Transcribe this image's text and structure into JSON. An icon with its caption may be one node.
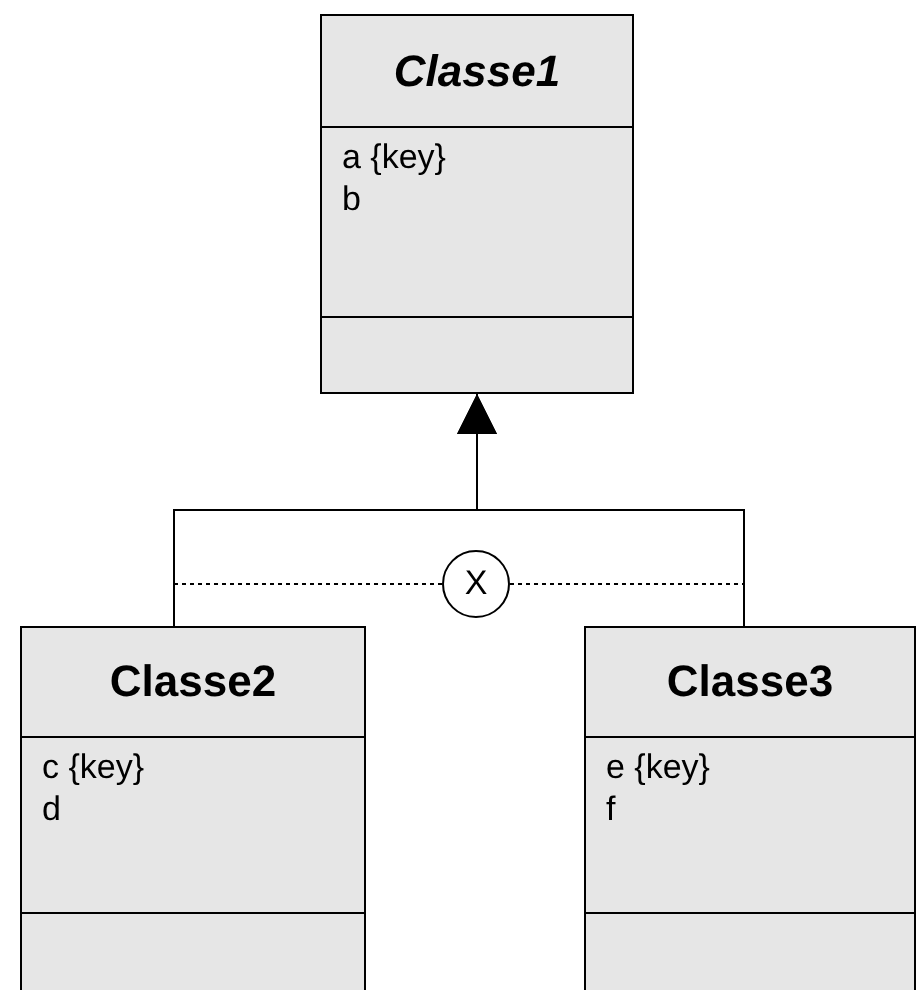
{
  "diagram": {
    "nodes": [
      {
        "text": [
          "Classe1",
          "a {key}",
          "b"
        ]
      },
      {
        "text": [
          "Classe2",
          "c {key}",
          "d"
        ]
      },
      {
        "text": [
          "Classe3",
          "e {key}",
          "f"
        ]
      },
      {
        "text": [
          "X"
        ]
      }
    ],
    "edges": [
      {
        "from": 1,
        "to": 0,
        "arrow": "to"
      },
      {
        "from": 2,
        "to": 0,
        "arrow": "to"
      },
      {
        "from": 3,
        "to": null,
        "arrow": "none",
        "style": "dashed"
      },
      {
        "from": 3,
        "to": null,
        "arrow": "none",
        "style": "dashed"
      }
    ]
  }
}
